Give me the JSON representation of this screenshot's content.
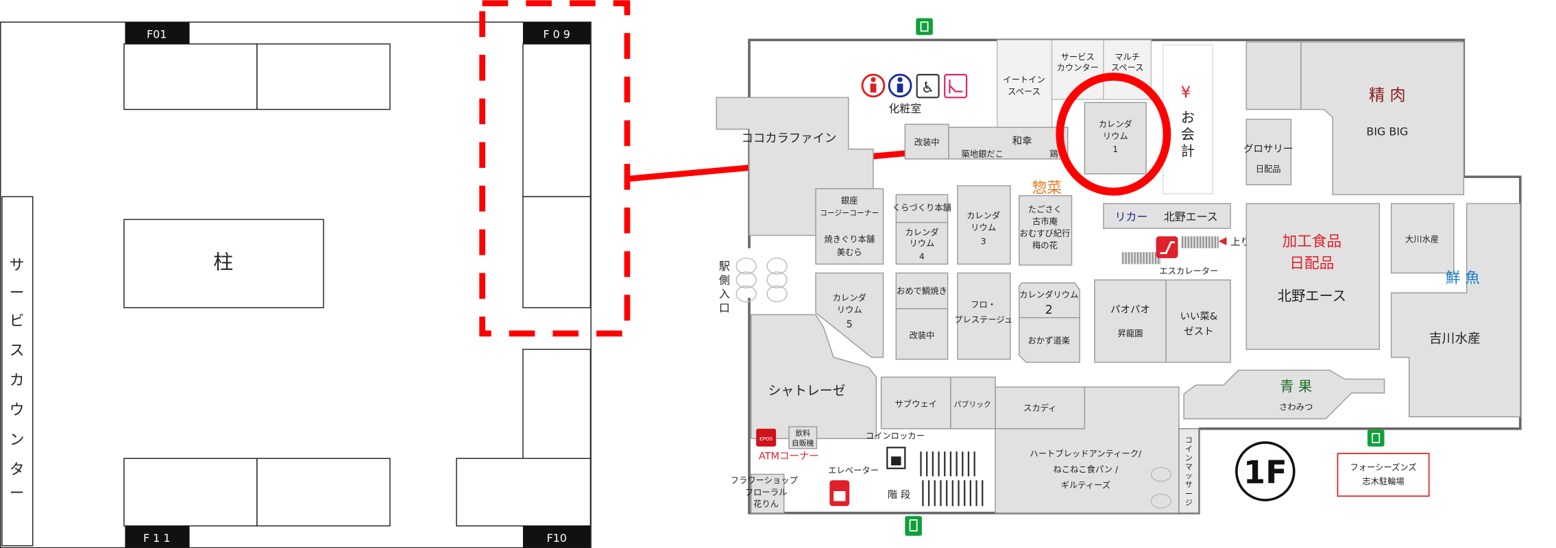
{
  "left_panel": {
    "pillar": "柱",
    "service_counter": [
      "サ",
      "ー",
      "ビ",
      "ス",
      "カ",
      "ウ",
      "ン",
      "タ",
      "ー"
    ],
    "zones": {
      "f01": "F01",
      "f09": "F 0 9",
      "f11": "F 1 1",
      "f10": "F10"
    },
    "highlight_color": "#ff0000"
  },
  "map": {
    "floor": "1F",
    "shops": {
      "cocokara": "ココカラファイン",
      "restroom": "化粧室",
      "eat_in": [
        "イートイン",
        "スペース"
      ],
      "service_counter": [
        "サービス",
        "カウンター"
      ],
      "multi_space": [
        "マルチ",
        "スペース"
      ],
      "renovating1": "改装中",
      "wako": "和幸",
      "gindaco": "築地銀だこ",
      "kenko": "鶏",
      "calendarium1": [
        "カレンダ",
        "リウム",
        "1"
      ],
      "cashier_symbol": "¥",
      "cashier": [
        "お",
        "会",
        "計"
      ],
      "meat": "精 肉",
      "meat_shop": "BIG BIG",
      "grocery": [
        "グロサリー",
        "日配品"
      ],
      "sozai": "惣菜",
      "ginza_cozy": [
        "銀座",
        "コージーコーナー"
      ],
      "yakiguri": [
        "焼きぐり本舗",
        "美むら"
      ],
      "kurazukuri": "くらづくり本舗",
      "calendarium4": [
        "カレンダ",
        "リウム",
        "4"
      ],
      "calendarium3": [
        "カレンダ",
        "リウム",
        "3"
      ],
      "tagosaku": [
        "たごさく",
        "古市庵",
        "おむすび紀行",
        "梅の花"
      ],
      "liquor": "リカー",
      "liquor_shop": "北野エース",
      "up": "上り",
      "escalator": "エスカレーター",
      "processed_food": [
        "加工食品",
        "日配品"
      ],
      "kitano_ace": "北野エース",
      "okawa": "大川水産",
      "fish": "鮮 魚",
      "yoshikawa": "吉川水産",
      "station_entrance": [
        "駅",
        "側",
        "入",
        "口"
      ],
      "calendarium5": [
        "カレンダ",
        "リウム",
        "5"
      ],
      "taiyaki": "おめで鯛焼き",
      "renovating2": "改装中",
      "flo": [
        "フロ・",
        "プレステージュ"
      ],
      "calendarium2": [
        "カレンダリウム",
        "2"
      ],
      "okazu": "おかず道楽",
      "paopao": [
        "パオパオ",
        "昇龍園"
      ],
      "iisai": [
        "いい菜&",
        "ゼスト"
      ],
      "vegetables": "青 果",
      "vegetables_shop": "さわみつ",
      "chateraise": "シャトレーゼ",
      "subway": "サブウェイ",
      "public": "パブリック",
      "scaddy": "スカディ",
      "bakery": [
        "ハートブレッドアンティーク/",
        "ねこねこ食パン /",
        "ギルティーズ"
      ],
      "vending": [
        "飲料",
        "自販機"
      ],
      "atm": "ATMコーナー",
      "epos": "EPOS",
      "coin_locker": "コインロッカー",
      "elevator": "エレベーター",
      "stairs": "階 段",
      "flower": [
        "フラワーショップ",
        "フローラル",
        "花りん"
      ],
      "coin_massage": [
        "コ",
        "イ",
        "ン",
        "マ",
        "ッ",
        "サ",
        "ー",
        "ジ"
      ],
      "bicycle_parking": [
        "フォーシーズンズ",
        "志木駐輪場"
      ]
    },
    "colors": {
      "highlight": "#ff0000",
      "sozai": "#e87a1e",
      "meat": "#8b1a1a",
      "fish": "#1a7fc8",
      "vegetables": "#1f6b2a",
      "liquor": "#1a237e",
      "processed": "#e0202a",
      "exit": "#11a03a"
    }
  }
}
